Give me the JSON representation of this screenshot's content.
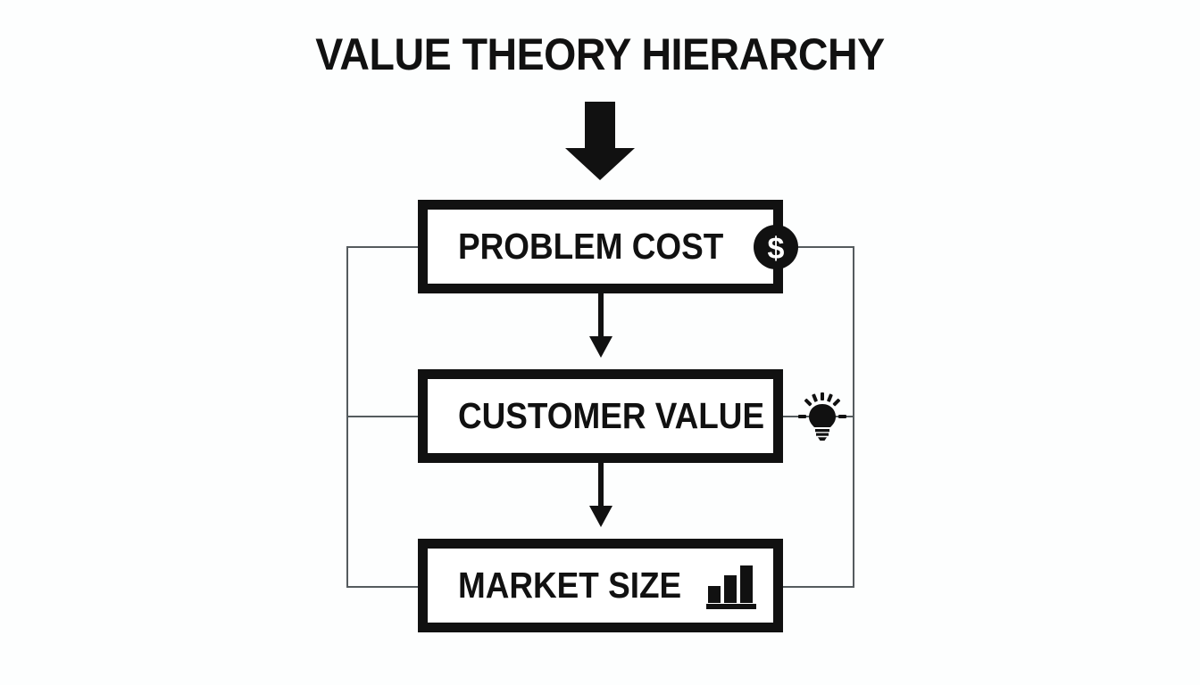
{
  "diagram": {
    "title": "VALUE THEORY HIERARCHY",
    "background_color": "#fdfefe",
    "ink_color": "#111111",
    "rail_color": "#555b5e",
    "entry_arrow": {
      "name": "entry-arrow",
      "direction": "down"
    },
    "nodes": [
      {
        "id": "problem-cost",
        "label": "PROBLEM COST",
        "icon": "dollar-circle-icon",
        "level": 1
      },
      {
        "id": "customer-value",
        "label": "CUSTOMER VALUE",
        "icon": "lightbulb-icon",
        "level": 2
      },
      {
        "id": "market-size",
        "label": "MARKET SIZE",
        "icon": "bar-chart-icon",
        "level": 3
      }
    ],
    "connectors": [
      {
        "id": "problem-cost-to-customer-value",
        "from": "problem-cost",
        "to": "customer-value",
        "style": "arrow-down"
      },
      {
        "id": "customer-value-to-market-size",
        "from": "customer-value",
        "to": "market-size",
        "style": "arrow-down"
      },
      {
        "id": "left-rail",
        "style": "vertical-rail",
        "side": "left"
      },
      {
        "id": "right-rail",
        "style": "vertical-rail",
        "side": "right"
      }
    ]
  }
}
